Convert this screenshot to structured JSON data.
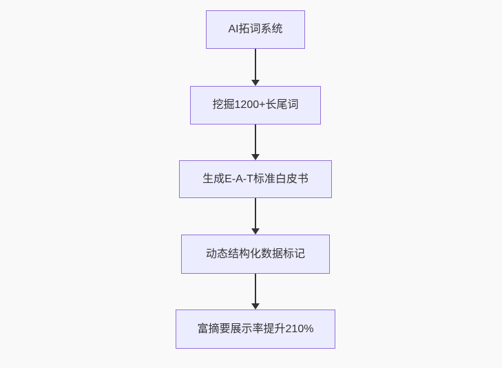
{
  "diagram": {
    "type": "flowchart",
    "direction": "top-down",
    "nodes": [
      {
        "id": "n1",
        "label": "AI拓词系统"
      },
      {
        "id": "n2",
        "label": "挖掘1200+长尾词"
      },
      {
        "id": "n3",
        "label": "生成E-A-T标准白皮书"
      },
      {
        "id": "n4",
        "label": "动态结构化数据标记"
      },
      {
        "id": "n5",
        "label": "富摘要展示率提升210%"
      }
    ],
    "edges": [
      {
        "from": "n1",
        "to": "n2"
      },
      {
        "from": "n2",
        "to": "n3"
      },
      {
        "from": "n3",
        "to": "n4"
      },
      {
        "from": "n4",
        "to": "n5"
      }
    ],
    "colors": {
      "node_fill": "#ECECFF",
      "node_border": "#9370DB",
      "arrow": "#333333",
      "text": "#333333",
      "background": "#f9f9f9"
    }
  }
}
